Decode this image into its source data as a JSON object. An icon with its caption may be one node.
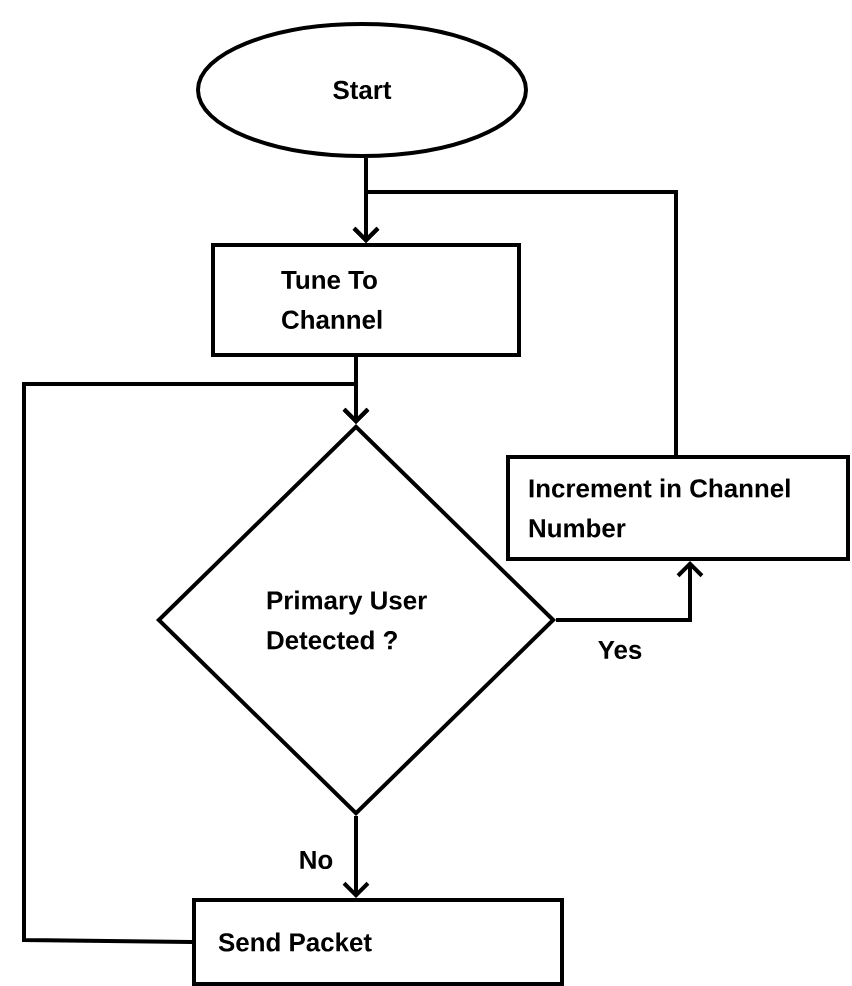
{
  "diagram": {
    "nodes": [
      {
        "text": [
          "Start"
        ]
      },
      {
        "text": [
          "Tune To Channel"
        ]
      },
      {
        "text": [
          "Primary User Detected ?"
        ]
      },
      {
        "text": [
          "Increment in Channel Number"
        ]
      },
      {
        "text": [
          "Send Packet"
        ]
      }
    ],
    "edges": [
      {
        "from": 0,
        "to": 1,
        "arrow": "to"
      },
      {
        "from": 1,
        "to": 2,
        "arrow": "to"
      },
      {
        "from": 2,
        "to": 3,
        "arrow": "to",
        "label": "Yes"
      },
      {
        "from": 2,
        "to": 4,
        "arrow": "to",
        "label": "No"
      },
      {
        "from": 3,
        "to": 1,
        "arrow": "to"
      },
      {
        "from": 4,
        "to": 2,
        "arrow": "to"
      }
    ]
  }
}
